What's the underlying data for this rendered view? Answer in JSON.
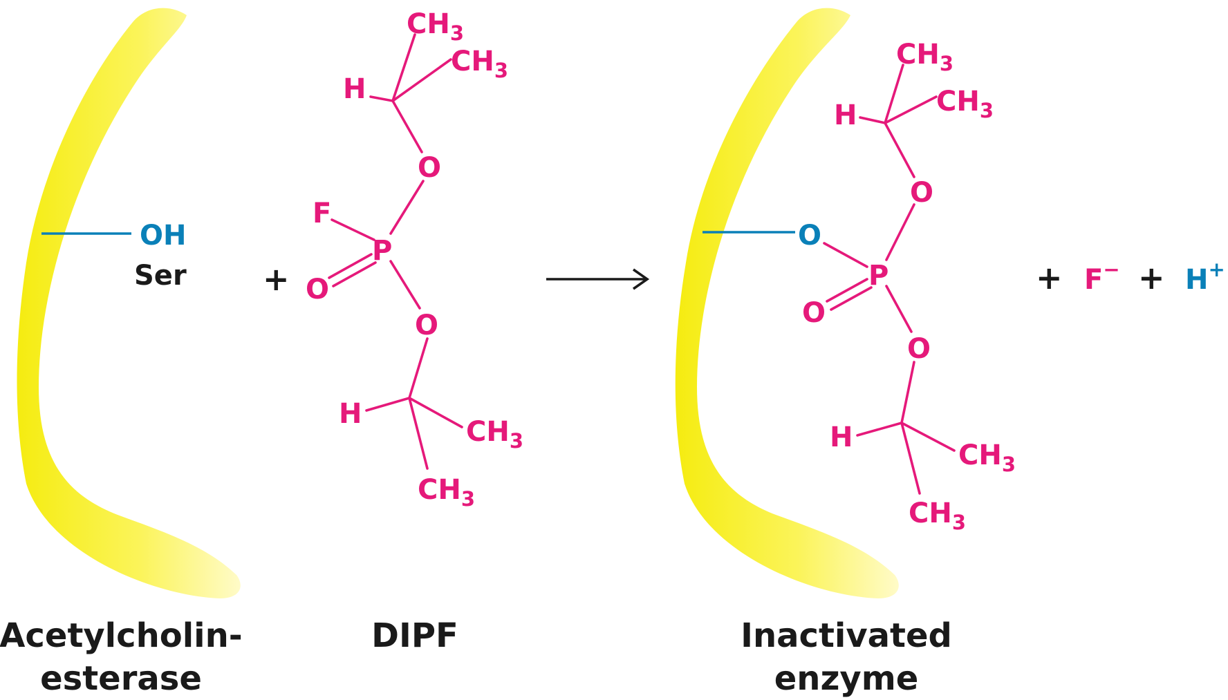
{
  "colors": {
    "molecule": "#e5197a",
    "serine": "#0a80b8",
    "enzyme": "#f9f233",
    "text": "#1a1a1a"
  },
  "reactant_enzyme": {
    "group": "OH",
    "residue": "Ser",
    "label_line1": "Acetylcholin-",
    "label_line2": "esterase"
  },
  "dipf": {
    "label": "DIPF",
    "fluorine": "F",
    "phosphorus": "P",
    "oxygen": "O",
    "hydrogen": "H",
    "methyl_c": "CH",
    "methyl_sub": "3"
  },
  "product_enzyme": {
    "linking_oxygen": "O",
    "label_line1": "Inactivated",
    "label_line2": "enzyme"
  },
  "byproducts": {
    "plus": "+",
    "fluoride": "F",
    "fluoride_charge": "−",
    "proton": "H",
    "proton_charge": "+"
  },
  "reaction_plus": "+"
}
